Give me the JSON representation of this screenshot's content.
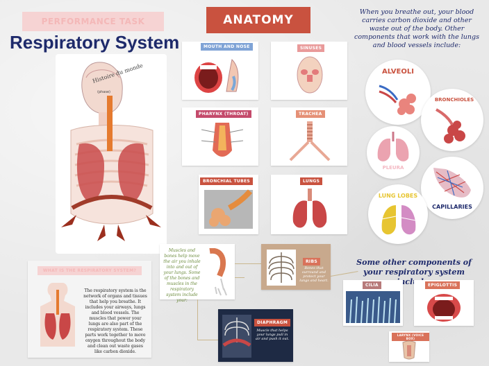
{
  "header": {
    "task_label": "PERFORMANCE TASK",
    "title": "Respiratory System",
    "anatomy_label": "ANATOMY"
  },
  "intro_text": "When you breathe out, your blood carries carbon dioxide and other waste out of the body. Other components that work with the lungs and blood vessels include:",
  "diagram_labels": {
    "histoire": "Histoire du monde",
    "pharynx_small": "(phase)"
  },
  "anatomy_cards": {
    "mouth_nose": "MOUTH AND NOSE",
    "sinuses": "SINUSES",
    "pharynx": "PHARYNX (THROAT)",
    "trachea": "TRACHEA",
    "bronchial_tubes": "BRONCHIAL TUBES",
    "lungs": "LUNGS"
  },
  "circles": {
    "alveoli": "ALVEOLI",
    "bronchioles": "BRONCHIOLES",
    "pleura": "PLEURA",
    "lung_lobes": "LUNG LOBES",
    "capillaries": "CAPILLARIES"
  },
  "what_is": {
    "heading": "WHAT IS THE RESPIRATORY SYSTEM?",
    "body": "The respiratory system is the network of organs and tissues that help you breathe. It includes your airways, lungs and blood vessels. The muscles that power your lungs are also part of the respiratory system. These parts work together to move oxygen throughout the body and clean out waste gases like carbon dioxide."
  },
  "muscles_text": "Muscles and bones help move the air you inhale into and out of your lungs. Some of the bones and muscles in the respiratory system include your:",
  "ribs": {
    "label": "RIBS",
    "text": "Bones that surround and protect your lungs and heart."
  },
  "diaphragm": {
    "label": "DIAPHRAGM",
    "text": "Muscle that helps your lungs pull in air and push it out."
  },
  "other_heading": "Some other components of your respiratory system include:",
  "others": {
    "cilia": "CILIA",
    "epiglottis": "EPIGLOTTIS",
    "larynx": "LARYNX (VOICE BOX)"
  },
  "colors": {
    "accent": "#c9523f",
    "navy": "#1e2a6b",
    "lobes_yellow": "#e7c531"
  }
}
